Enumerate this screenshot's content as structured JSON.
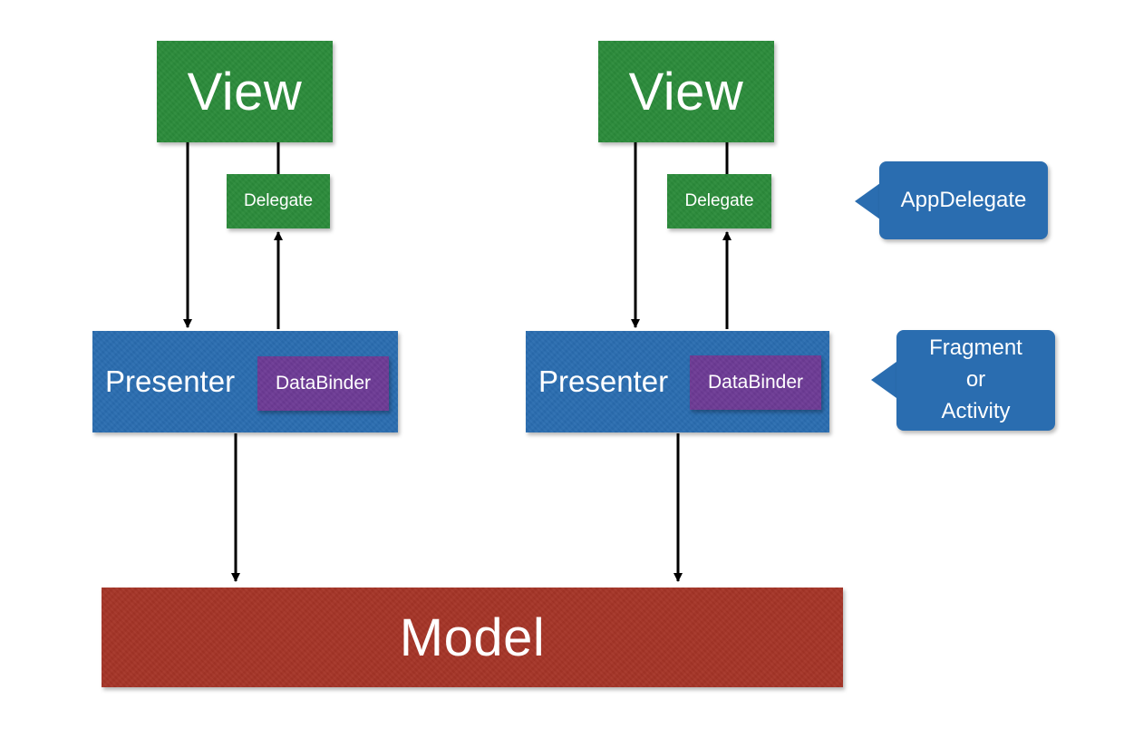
{
  "left": {
    "view_label": "View",
    "delegate_label": "Delegate",
    "presenter_label": "Presenter",
    "databinder_label": "DataBinder"
  },
  "right": {
    "view_label": "View",
    "delegate_label": "Delegate",
    "presenter_label": "Presenter",
    "databinder_label": "DataBinder"
  },
  "model_label": "Model",
  "callouts": {
    "app_delegate": "AppDelegate",
    "fragment_lines": [
      "Fragment",
      "or",
      "Activity"
    ]
  },
  "colors": {
    "view_green": "#2b8b3a",
    "presenter_blue": "#2a6db0",
    "databinder_purple": "#6d3a95",
    "model_red": "#a53427"
  }
}
